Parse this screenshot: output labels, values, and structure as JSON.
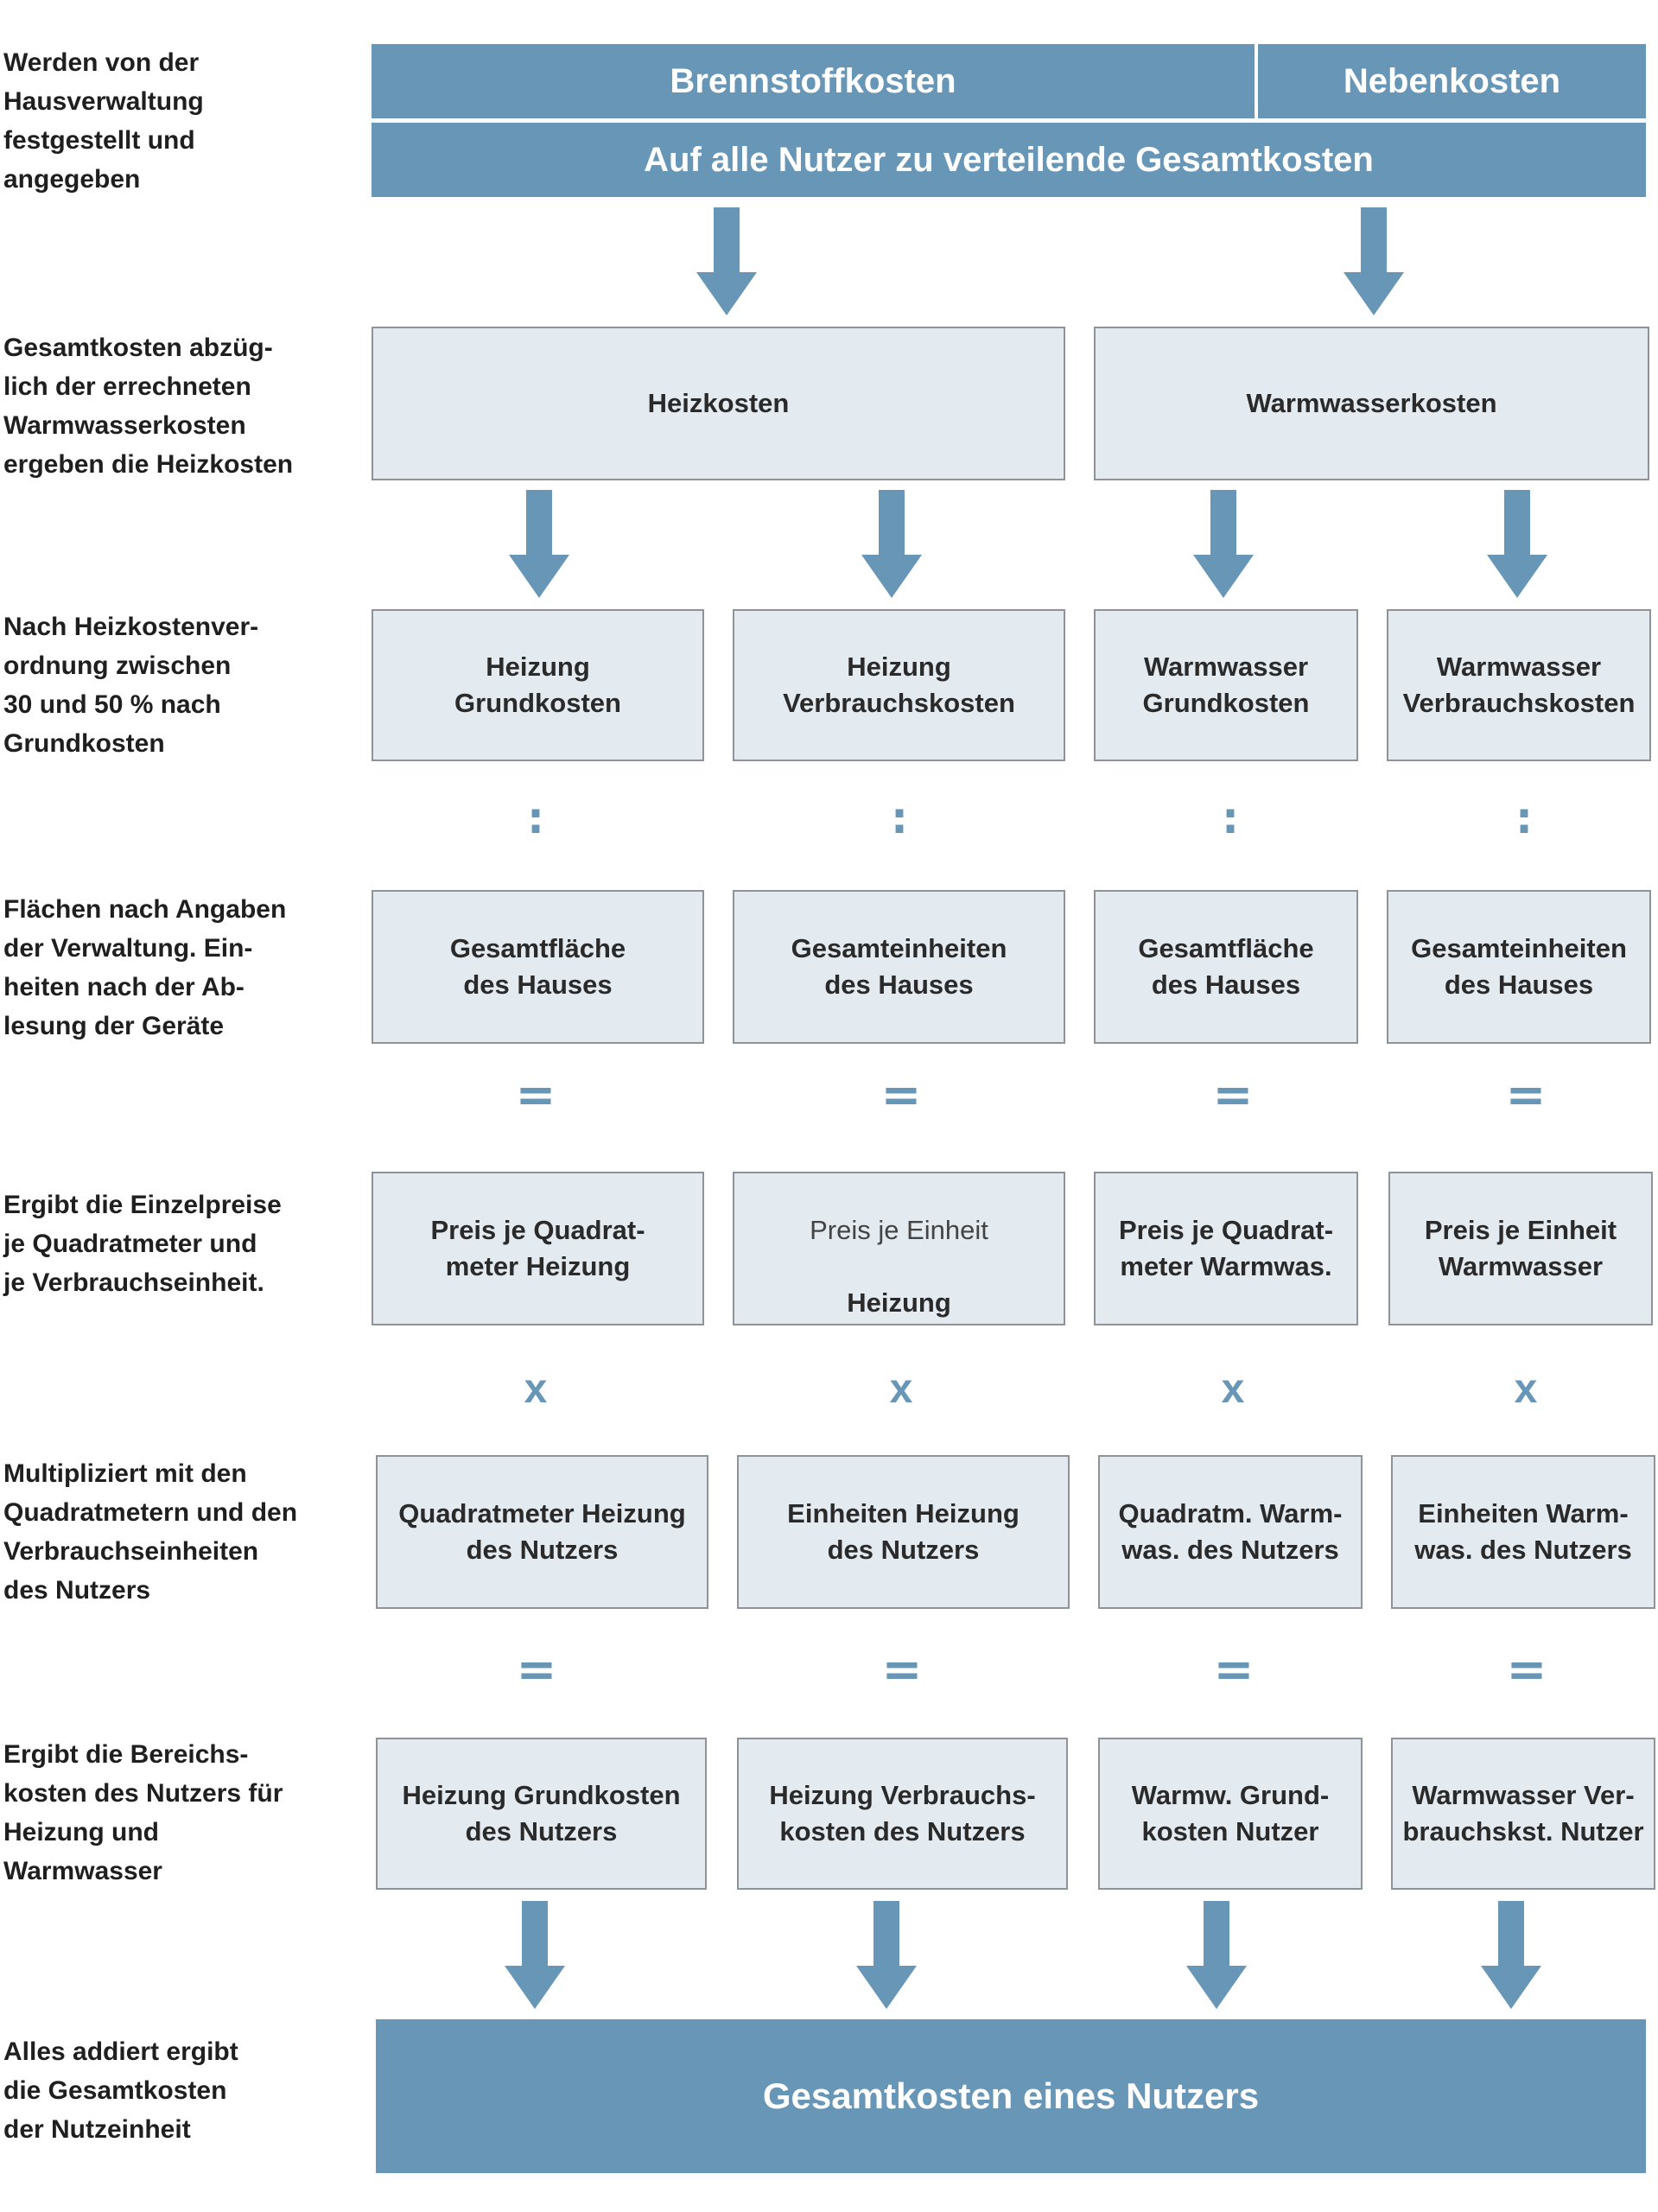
{
  "colors": {
    "header_blue": "#6796b7",
    "box_fill": "#e3eaf0",
    "box_border": "#8f9397",
    "label_text": "#1f1f1f"
  },
  "row_labels": [
    "Werden von der\nHausverwaltung\nfestgestellt und\nangegeben",
    "Gesamtkosten abzüg-\nlich der errechneten\nWarmwasserkosten\nergeben die Heizkosten",
    "Nach Heizkostenver-\nordnung zwischen\n30 und 50 % nach\nGrundkosten",
    "Flächen nach Angaben\nder Verwaltung. Ein-\nheiten nach der Ab-\nlesung der Geräte",
    "Ergibt die Einzelpreise\nje Quadratmeter und\nje Verbrauchseinheit.",
    "Multipliziert mit den\nQuadratmetern und den\nVerbrauchseinheiten\ndes Nutzers",
    "Ergibt die Bereichs-\nkosten des Nutzers für\nHeizung und\nWarmwasser",
    "Alles addiert ergibt\ndie Gesamtkosten\nder Nutzeinheit"
  ],
  "top": {
    "fuel_costs": "Brennstoffkosten",
    "ancillary_costs": "Nebenkosten",
    "total_costs": "Auf alle Nutzer zu verteilende Gesamtkosten"
  },
  "split": {
    "heating_costs": "Heizkosten",
    "hot_water_costs": "Warmwasserkosten"
  },
  "base_costs": [
    "Heizung\nGrundkosten",
    "Heizung\nVerbrauchskosten",
    "Warmwasser\nGrundkosten",
    "Warmwasser\nVerbrauchskosten"
  ],
  "divisors": [
    "Gesamtfläche\ndes Hauses",
    "Gesamteinheiten\ndes Hauses",
    "Gesamtfläche\ndes Hauses",
    "Gesamteinheiten\ndes Hauses"
  ],
  "unit_prices": [
    "Preis je Quadrat-\nmeter Heizung",
    {
      "line1": "Preis je Einheit",
      "line2": "Heizung"
    },
    "Preis je Quadrat-\nmeter Warmwas.",
    "Preis je Einheit\nWarmwasser"
  ],
  "user_quantities": [
    "Quadratmeter Heizung\ndes Nutzers",
    "Einheiten Heizung\ndes Nutzers",
    "Quadratm. Warm-\nwas. des Nutzers",
    "Einheiten Warm-\nwas. des Nutzers"
  ],
  "user_area_costs": [
    "Heizung Grundkosten\ndes Nutzers",
    "Heizung Verbrauchs-\nkosten des Nutzers",
    "Warmw. Grund-\nkosten Nutzer",
    "Warmwasser Ver-\nbrauchskst. Nutzer"
  ],
  "operators": {
    "divide": ":",
    "equals": "=",
    "multiply": "x"
  },
  "final": {
    "total_per_user": "Gesamtkosten eines Nutzers"
  }
}
